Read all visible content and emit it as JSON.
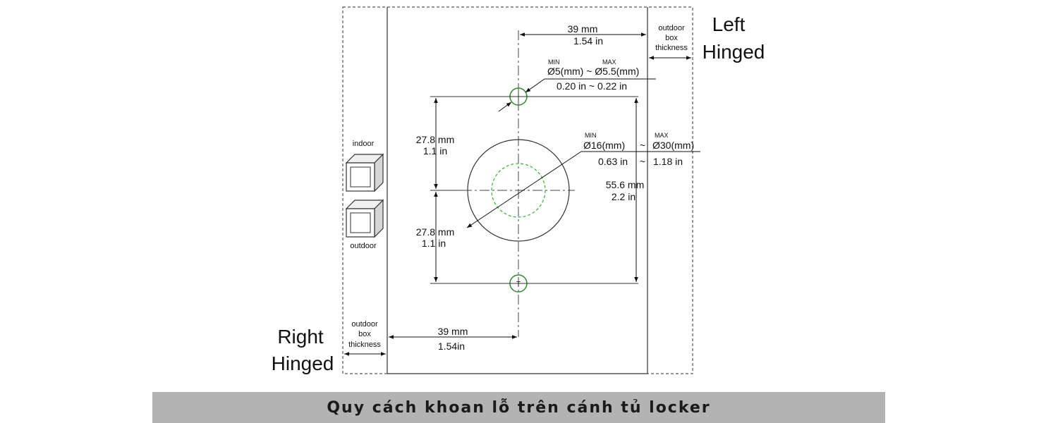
{
  "labels": {
    "left_hinged": [
      "Left",
      "Hinged"
    ],
    "right_hinged": [
      "Right",
      "Hinged"
    ],
    "outdoor_box_thickness": [
      "outdoor",
      "box",
      "thickness"
    ],
    "indoor": "indoor",
    "outdoor": "outdoor"
  },
  "dimensions": {
    "top_width": {
      "mm": "39 mm",
      "inch": "1.54 in"
    },
    "bottom_width": {
      "mm": "39 mm",
      "inch": "1.54in"
    },
    "small_hole": {
      "min_tag": "MIN",
      "max_tag": "MAX",
      "mm": "Ø5(mm) ~ Ø5.5(mm)",
      "inch": "0.20 in ~ 0.22 in"
    },
    "large_hole": {
      "min_tag": "MIN",
      "max_tag": "MAX",
      "mm_min": "Ø16(mm)",
      "mm_max": "Ø30(mm)",
      "inch_min": "0.63 in",
      "inch_max": "1.18 in",
      "tilde": "~"
    },
    "upper_height": {
      "mm": "27.8 mm",
      "inch": "1.1 in"
    },
    "lower_height": {
      "mm": "27.8 mm",
      "inch": "1.1 in"
    },
    "total_height": {
      "mm": "55.6 mm",
      "inch": "2.2 in"
    }
  },
  "caption": "Quy cách khoan lỗ trên cánh tủ locker"
}
